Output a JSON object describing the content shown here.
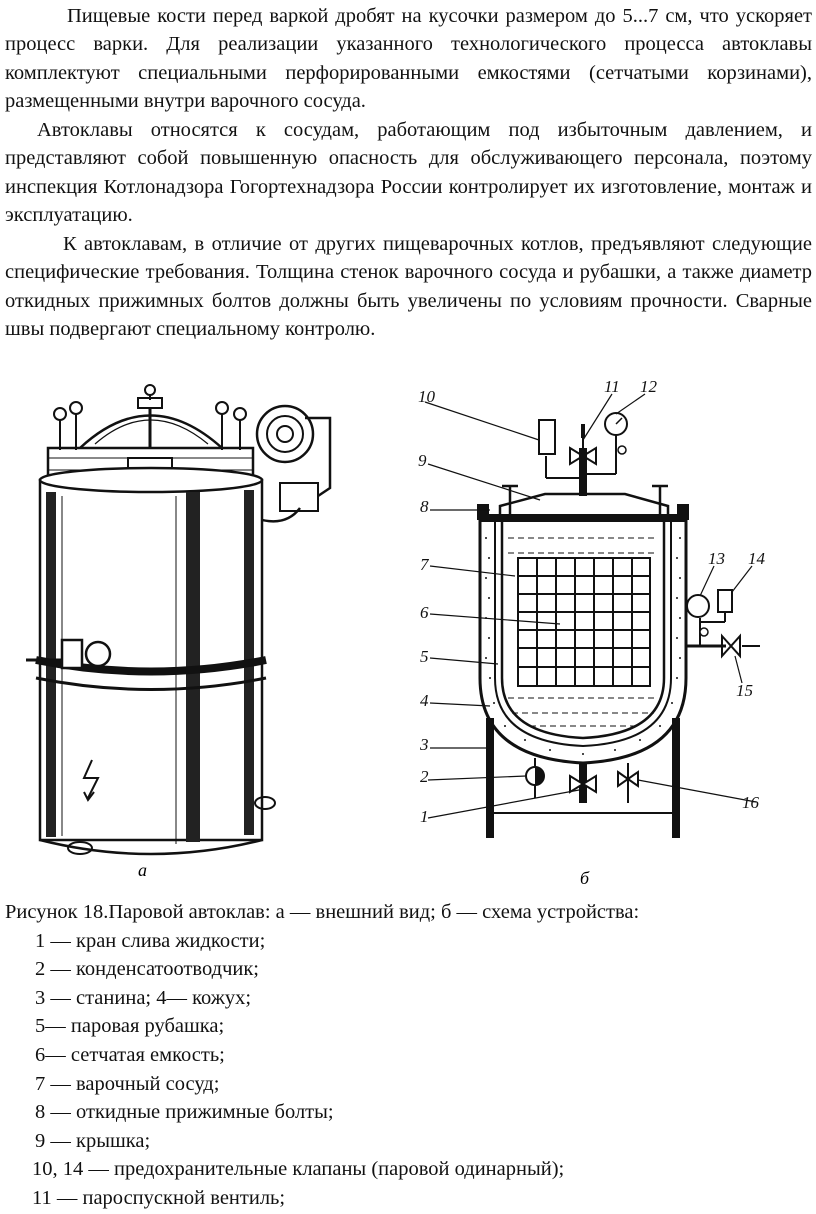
{
  "paragraphs": [
    "Пищевые кости перед варкой дробят на кусочки размером до 5...7 см, что ускоряет процесс варки. Для реализации указанного технологического процесса автоклавы комплектуют специальными перфорированными емкостями (сетчатыми корзинами), размещенными внутри варочного сосуда.",
    "Автоклавы относятся к сосудам, работающим под избыточным давлением, и представляют собой повышенную опасность для обслуживающего персонала, поэтому инспекция Котлонадзора Гогортехнадзора России контролирует их изготовление, монтаж и эксплуатацию.",
    "К автоклавам, в отличие от других пищеварочных котлов, предъявляют следующие специфические требования. Толщина стенок варочного сосуда и рубашки, а также диаметр откидных прижимных болтов должны быть увеличены по условиям прочности. Сварные швы подвергают специальному контролю."
  ],
  "figure": {
    "label_a": "а",
    "label_b": "б",
    "callouts": [
      "1",
      "2",
      "3",
      "4",
      "5",
      "6",
      "7",
      "8",
      "9",
      "10",
      "11",
      "12",
      "13",
      "14",
      "15",
      "16"
    ]
  },
  "caption": {
    "title": "Рисунок   18.Паровой автоклав: а — внешний вид; б — схема устройства:",
    "items": [
      "1 — кран слива жидкости;",
      "2 — конденсатоотводчик;",
      "3 — станина; 4— кожух;",
      "5— паровая рубашка;",
      "6— сетчатая емкость;",
      "7 — варочный сосуд;",
      "8 — откидные прижимные болты;",
      "9 — крышка;",
      "10, 14 — предохранительные клапаны (паровой одинарный);",
      "11 — пароспускной вентиль;"
    ]
  }
}
